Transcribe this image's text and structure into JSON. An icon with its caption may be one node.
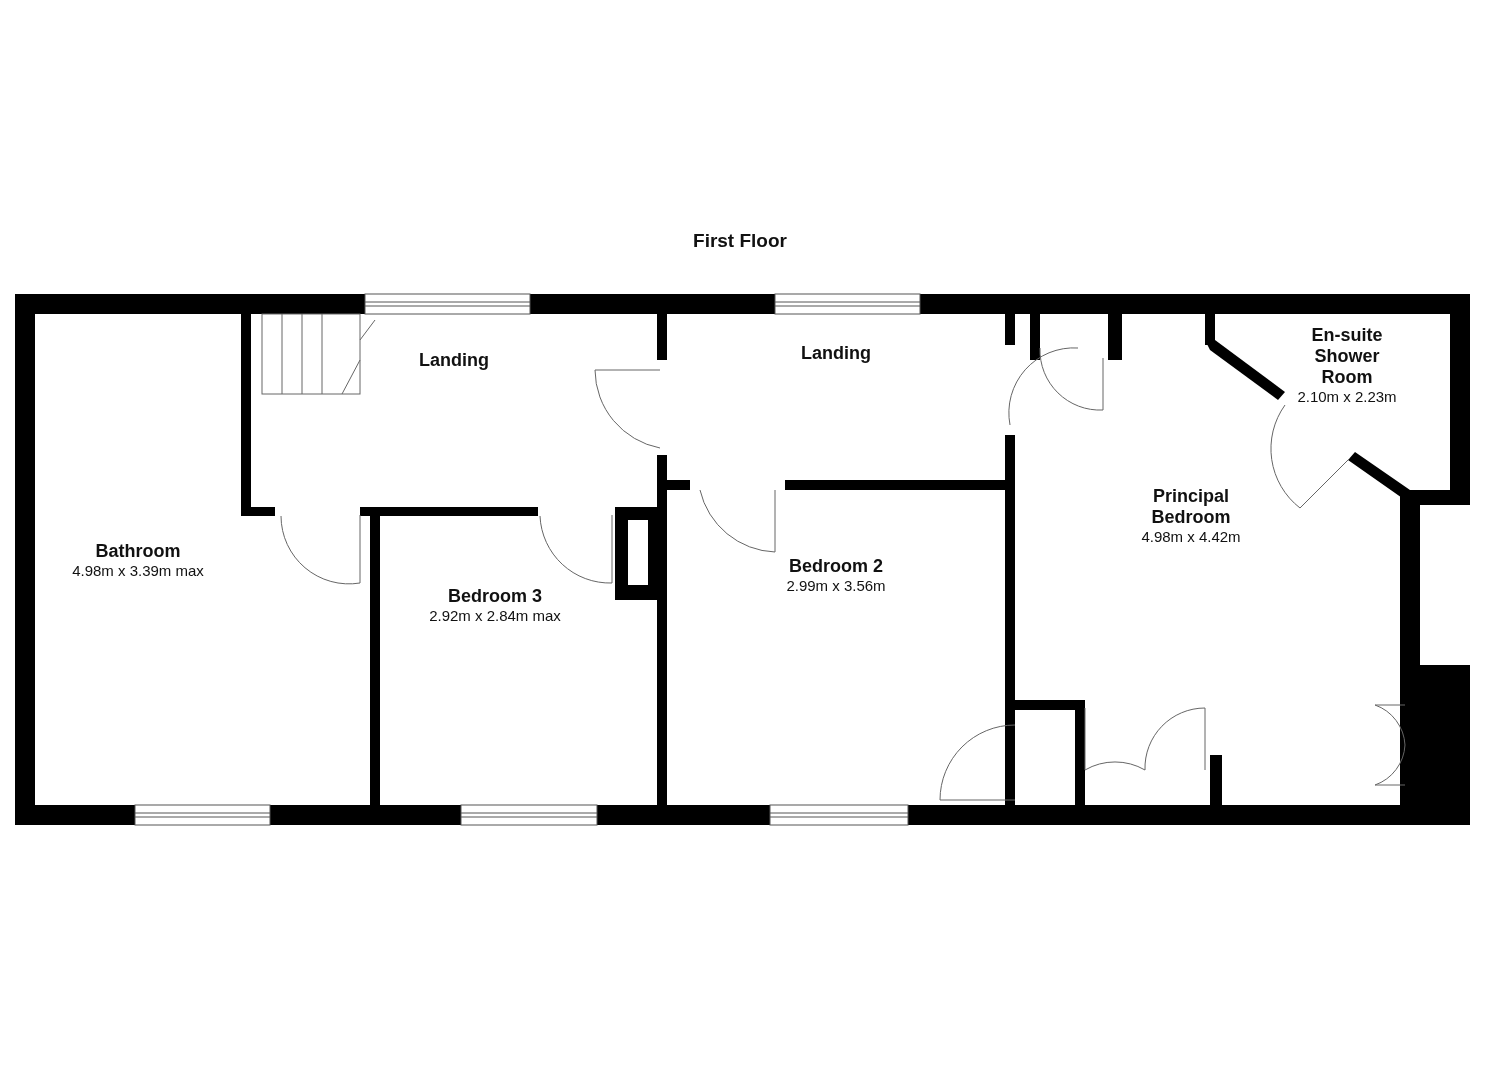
{
  "diagram": {
    "title": "First Floor",
    "nodes": [
      {
        "text": [
          "Landing"
        ]
      },
      {
        "text": [
          "Landing"
        ]
      },
      {
        "text": [
          "En-suite Shower Room",
          "2.10m x 2.23m"
        ]
      },
      {
        "text": [
          "Bathroom",
          "4.98m x 3.39m max"
        ]
      },
      {
        "text": [
          "Principal Bedroom",
          "4.98m x 4.42m"
        ]
      },
      {
        "text": [
          "Bedroom 2",
          "2.99m x 3.56m"
        ]
      },
      {
        "text": [
          "Bedroom 3",
          "2.92m x 2.84m max"
        ]
      }
    ]
  }
}
